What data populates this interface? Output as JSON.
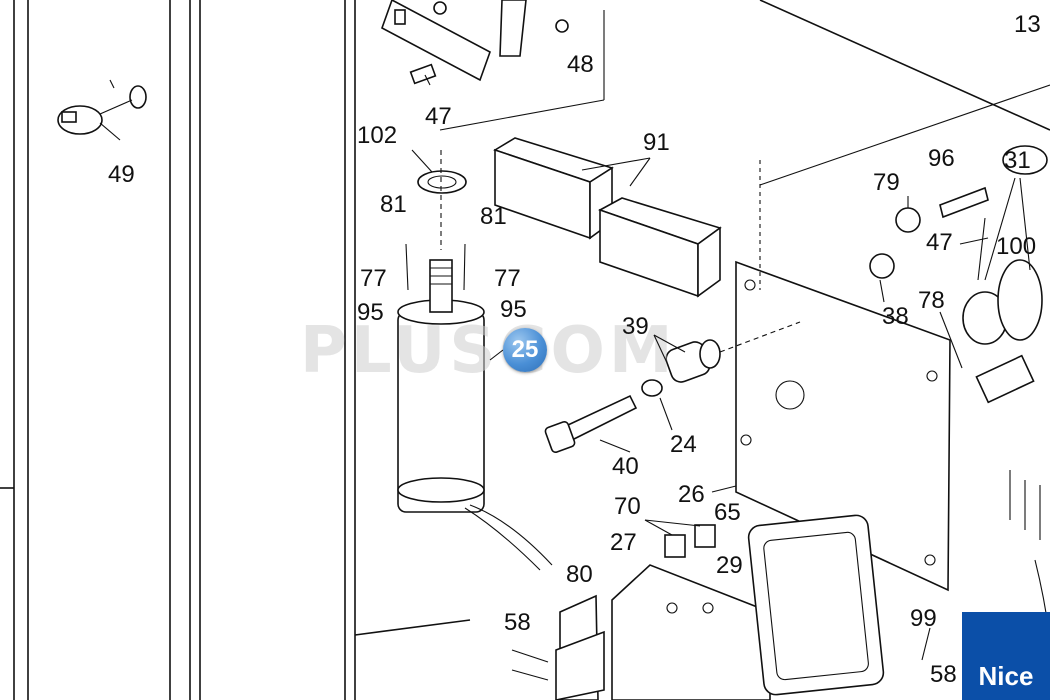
{
  "badge": {
    "label": "25"
  },
  "brand": {
    "text": "Nice"
  },
  "watermark": {
    "text": "PLUSCOM"
  },
  "colors": {
    "badge": "#4a8fd6",
    "brand": "#0b4fa8",
    "line": "#111111"
  },
  "callouts": {
    "c13": "13",
    "c48": "48",
    "c47a": "47",
    "c102": "102",
    "c49": "49",
    "c91": "91",
    "c81a": "81",
    "c81b": "81",
    "c77a": "77",
    "c77b": "77",
    "c95a": "95",
    "c95b": "95",
    "c79": "79",
    "c96": "96",
    "c31": "31",
    "c47b": "47",
    "c100": "100",
    "c38": "38",
    "c78": "78",
    "c39": "39",
    "c24": "24",
    "c40": "40",
    "c26": "26",
    "c70": "70",
    "c65": "65",
    "c27": "27",
    "c29": "29",
    "c80": "80",
    "c58a": "58",
    "c99": "99",
    "c58b": "58"
  }
}
